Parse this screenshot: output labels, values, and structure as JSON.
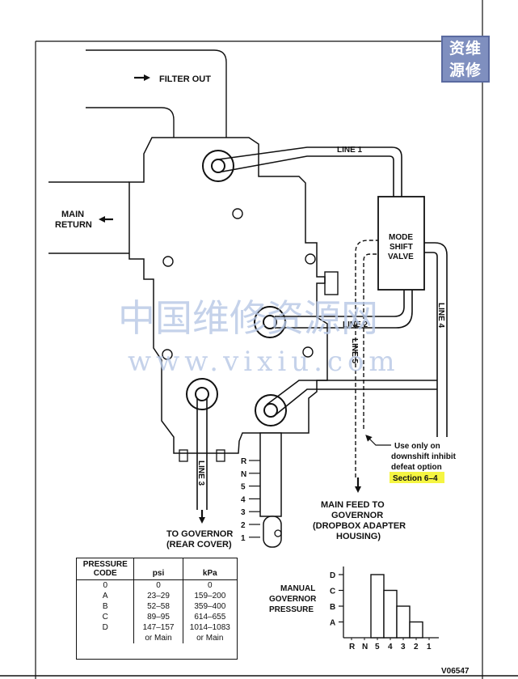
{
  "labels": {
    "filter_out": "FILTER OUT",
    "main_return_1": "MAIN",
    "main_return_2": "RETURN",
    "line1": "LINE 1",
    "line2": "LINE 2",
    "line3": "LINE 3",
    "line4": "LINE 4",
    "line5": "LINE 5",
    "mode_shift_1": "MODE",
    "mode_shift_2": "SHIFT",
    "mode_shift_3": "VALVE",
    "to_governor_1": "TO GOVERNOR",
    "to_governor_2": "(REAR COVER)",
    "main_feed_1": "MAIN FEED TO",
    "main_feed_2": "GOVERNOR",
    "main_feed_3": "(DROPBOX ADAPTER",
    "main_feed_4": "HOUSING)",
    "note_1": "Use only on",
    "note_2": "downshift inhibit",
    "note_3": "defeat option",
    "note_section": "Section 6–4",
    "manual_1": "MANUAL",
    "manual_2": "GOVERNOR",
    "manual_3": "PRESSURE",
    "figure_id": "V06547"
  },
  "selector_positions": [
    "R",
    "N",
    "5",
    "4",
    "3",
    "2",
    "1"
  ],
  "watermark": {
    "cjk": "中国维修资源网",
    "url": "www.vixiu.com",
    "logo_top": "资维",
    "logo_bottom": "源修"
  },
  "pressure_table": {
    "headers": [
      "PRESSURE\nCODE",
      "psi",
      "kPa"
    ],
    "rows": [
      [
        "0",
        "0",
        "0"
      ],
      [
        "A",
        "23–29",
        "159–200"
      ],
      [
        "B",
        "52–58",
        "359–400"
      ],
      [
        "C",
        "89–95",
        "614–655"
      ],
      [
        "D",
        "147–157",
        "1014–1083"
      ],
      [
        "",
        "or Main",
        "or Main"
      ]
    ]
  },
  "chart_data": {
    "type": "bar",
    "categories": [
      "R",
      "N",
      "5",
      "4",
      "3",
      "2",
      "1"
    ],
    "y_levels": [
      "A",
      "B",
      "C",
      "D"
    ],
    "values": [
      0,
      0,
      4,
      3,
      2,
      1,
      0
    ],
    "ylim": [
      0,
      4
    ]
  },
  "colors": {
    "highlight": "#f5f542",
    "watermark": "#b7c8e6",
    "logo": "#7f8fbf"
  }
}
